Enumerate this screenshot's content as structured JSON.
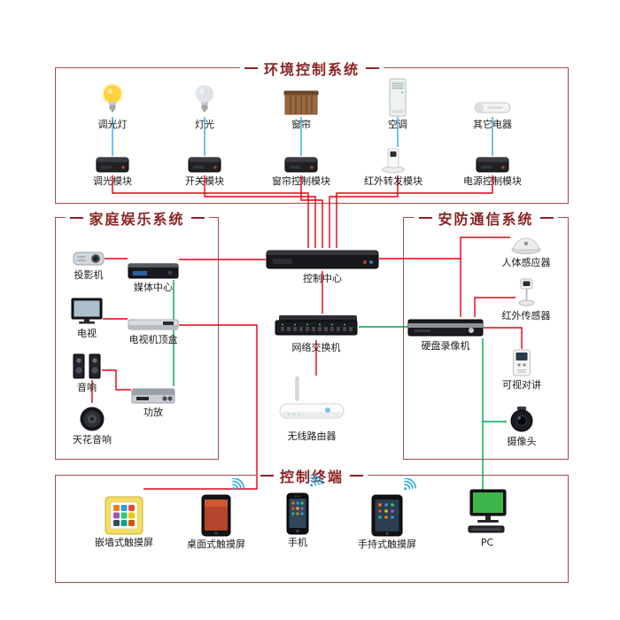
{
  "sections": {
    "environment": "环境控制系统",
    "entertainment": "家庭娱乐系统",
    "security": "安防通信系统",
    "terminal": "控制终端"
  },
  "devices": {
    "dimmer_light": "调光灯",
    "light": "灯光",
    "curtain": "窗帘",
    "air_conditioner": "空调",
    "other_appliances": "其它电器",
    "dimmer_module": "调光模块",
    "switch_module": "开关模块",
    "curtain_control_module": "窗帘控制模块",
    "ir_forward_module": "红外转发模块",
    "power_control_module": "电源控制模块",
    "projector": "投影机",
    "media_center": "媒体中心",
    "tv": "电视",
    "tv_set_top_box": "电视机顶盒",
    "speakers": "音响",
    "amplifier": "功放",
    "ceiling_speaker": "天花音响",
    "control_center": "控制中心",
    "network_switch": "网络交换机",
    "wireless_router": "无线路由器",
    "body_sensor": "人体感应器",
    "ir_sensor": "红外传感器",
    "dvr": "硬盘录像机",
    "video_intercom": "可视对讲",
    "camera": "摄像头",
    "wall_touchscreen": "嵌墙式触摸屏",
    "desktop_touchscreen": "桌面式触摸屏",
    "mobile_phone": "手机",
    "handheld_touchscreen": "手持式触摸屏",
    "pc": "PC"
  },
  "colors": {
    "section_border": "#a54b4b",
    "section_title": "#8b2323",
    "line_red": "#e60012",
    "line_green": "#00a650",
    "line_blue": "#2aace2"
  }
}
